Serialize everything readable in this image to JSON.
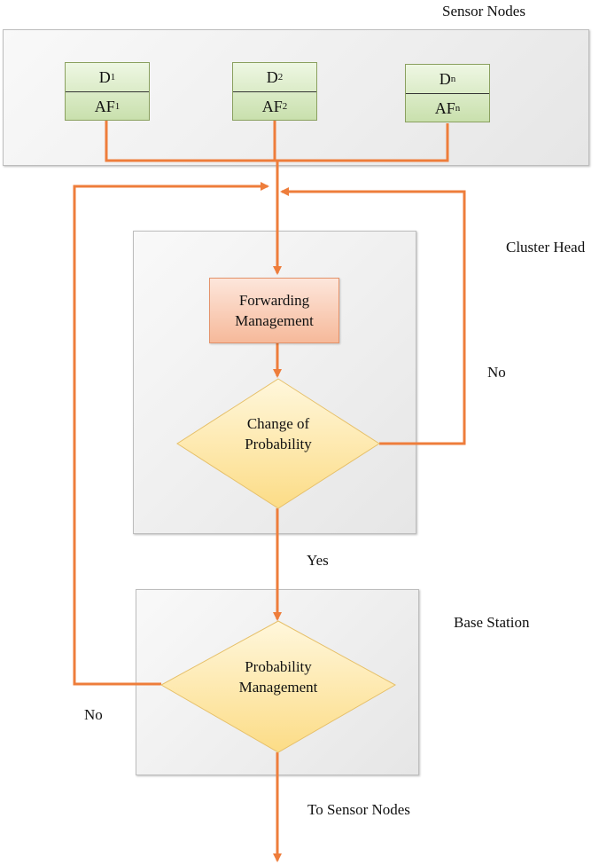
{
  "regions": {
    "sensor_nodes": "Sensor Nodes",
    "cluster_head": "Cluster Head",
    "base_station": "Base Station"
  },
  "nodes": [
    {
      "d": "D",
      "d_sub": "1",
      "af": "AF",
      "af_sub": "1"
    },
    {
      "d": "D",
      "d_sub": "2",
      "af": "AF",
      "af_sub": "2"
    },
    {
      "d": "D",
      "d_sub": "n",
      "af": "AF",
      "af_sub": "n"
    }
  ],
  "steps": {
    "forwarding": {
      "line1": "Forwarding",
      "line2": "Management"
    },
    "change": {
      "line1": "Change of",
      "line2": "Probability"
    },
    "probability": {
      "line1": "Probability",
      "line2": "Management"
    }
  },
  "edges": {
    "no_cluster": "No",
    "yes": "Yes",
    "no_base": "No",
    "to_sensor": "To Sensor Nodes"
  },
  "colors": {
    "arrow": "#ee7d3b",
    "node_fill": "#d6e8c0",
    "decision_fill": "#fde9a6",
    "process_fill": "#f8c8b0"
  }
}
